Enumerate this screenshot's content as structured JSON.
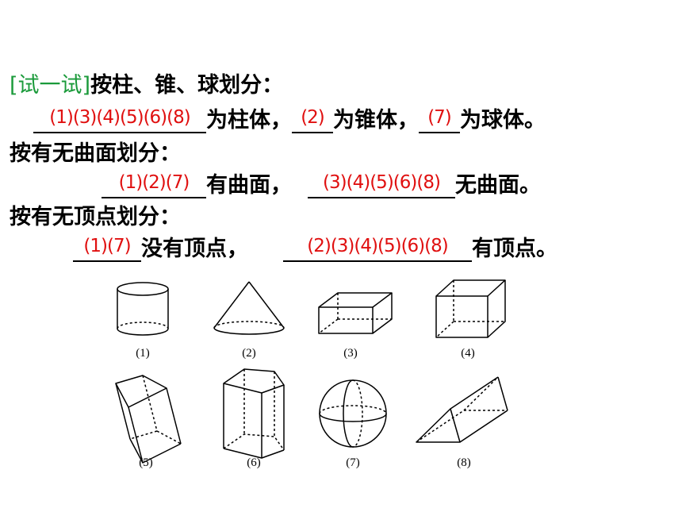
{
  "prompt": {
    "tag": "[试一试]",
    "line1": "按柱、锥、球划分：",
    "part_a": "为柱体，",
    "part_b": "为锥体，",
    "part_c": "为球体。",
    "line3": "按有无曲面划分：",
    "curved": "有曲面，",
    "flat": "无曲面。",
    "line5": "按有无顶点划分：",
    "novertex": "没有顶点，",
    "vertex": "有顶点。"
  },
  "answers": {
    "prism": "(1)(3)(4)(5)(6)(8)",
    "cone": "(2)",
    "sphere": "(7)",
    "curved": "(1)(2)(7)",
    "flat": "(3)(4)(5)(6)(8)",
    "novertex": "(1)(7)",
    "vertex": "(2)(3)(4)(5)(6)(8)"
  },
  "figures": {
    "labels": [
      "(1)",
      "(2)",
      "(3)",
      "(4)",
      "(5)",
      "(6)",
      "(7)",
      "(8)"
    ]
  }
}
